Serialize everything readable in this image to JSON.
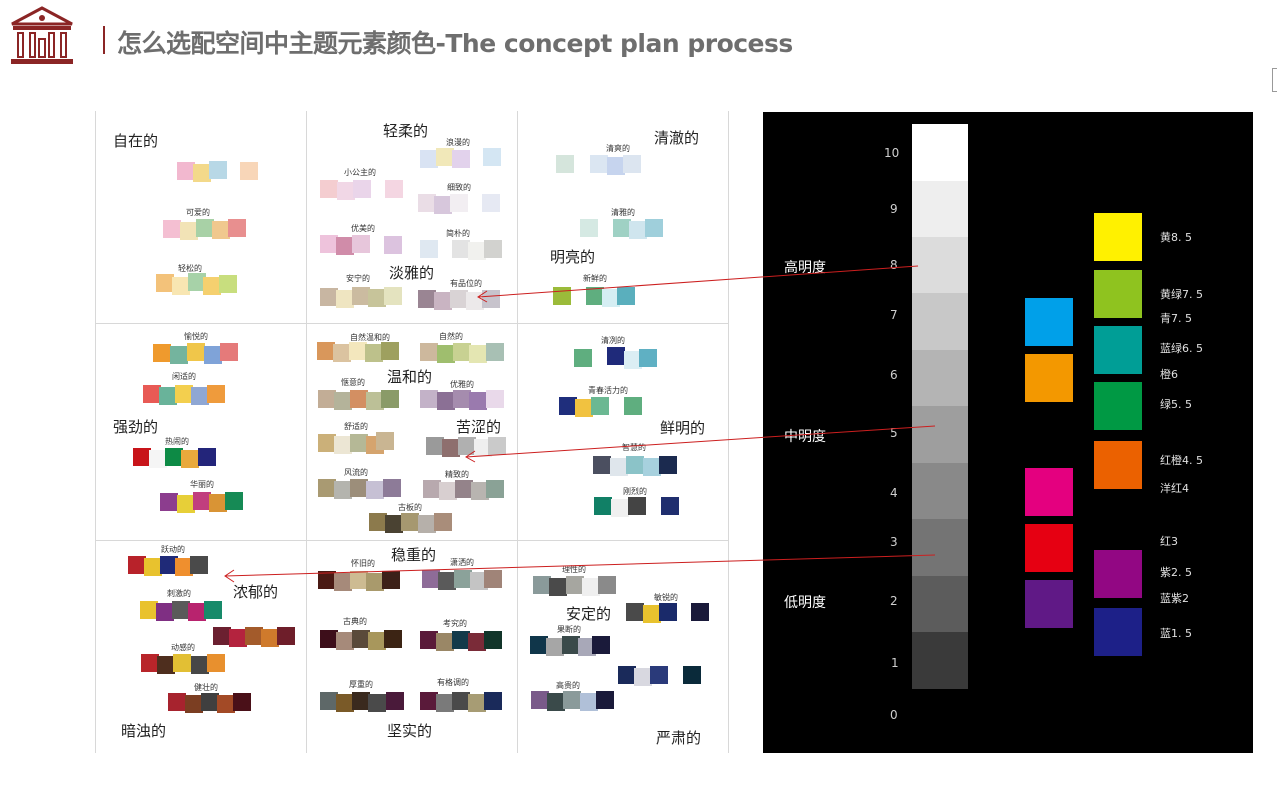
{
  "title": "怎么选配空间中主题元素颜色-The concept plan process",
  "logo": "museum-building-icon",
  "left_grid": {
    "big_labels": [
      "自在的",
      "轻柔的",
      "清澈的",
      "淡雅的",
      "明亮的",
      "温和的",
      "强劲的",
      "苦涩的",
      "鲜明的",
      "稳重的",
      "浓郁的",
      "安定的",
      "暗浊的",
      "坚实的",
      "严肃的"
    ],
    "small_labels": [
      "浪漫的",
      "小公主的",
      "清爽的",
      "可爱的",
      "细致的",
      "轻松的",
      "优美的",
      "简朴的",
      "清雅的",
      "安宁的",
      "有品位的",
      "新鲜的",
      "愉悦的",
      "自然温和的",
      "自然的",
      "清冽的",
      "闲适的",
      "惬意的",
      "优雅的",
      "青春活力的",
      "热闹的",
      "舒适的",
      "智慧的",
      "华丽的",
      "风流的",
      "精致的",
      "刚烈的",
      "古板的",
      "跃动的",
      "怀旧的",
      "潇洒的",
      "理性的",
      "刺激的",
      "敏锐的",
      "果断的",
      "动感的",
      "古典的",
      "考究的",
      "健壮的",
      "高贵的",
      "厚重的",
      "有格调的"
    ]
  },
  "value_scale": {
    "numbers": [
      "10",
      "9",
      "8",
      "7",
      "6",
      "5",
      "4",
      "3",
      "2",
      "1",
      "0"
    ],
    "zones": [
      "高明度",
      "中明度",
      "低明度"
    ],
    "hue_labels": [
      "黄8. 5",
      "黄绿7. 5",
      "青7. 5",
      "蓝绿6. 5",
      "橙6",
      "绿5. 5",
      "红橙4. 5",
      "洋红4",
      "红3",
      "紫2. 5",
      "蓝紫2",
      "蓝1. 5"
    ]
  },
  "colors": {
    "accent": "#8b2525",
    "panel": "#000000",
    "arrow": "#cc1f1f"
  }
}
